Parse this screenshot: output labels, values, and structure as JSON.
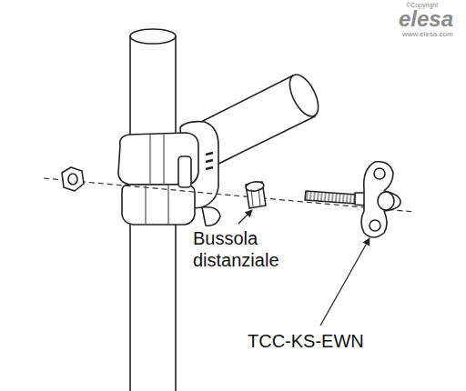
{
  "diagram": {
    "labels": [
      "©Copyright",
      "elesa",
      "www.elesa.com",
      "Bussola distanziale",
      "TCC-KS-EWN"
    ]
  }
}
